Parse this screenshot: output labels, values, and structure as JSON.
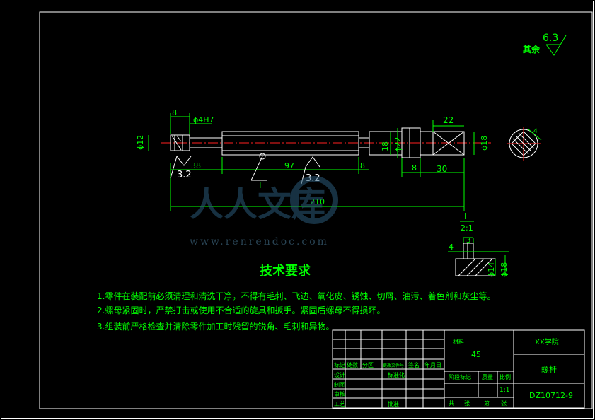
{
  "surface_finish": {
    "label": "其余",
    "value": "6.3"
  },
  "main_view": {
    "dims": {
      "head_len": "8",
      "chamfer": "ϕ4H7",
      "head_dia": "ϕ12",
      "groove": "38",
      "body_len": "97",
      "collar": "8",
      "total": "210",
      "neck_dia": "18",
      "collar_dia": "ϕ22",
      "flange": "8",
      "square_len": "30",
      "square_w": "22",
      "end_dia": "ϕ18"
    },
    "roughness": [
      "3.2",
      "3.2"
    ],
    "detail_marker": "I"
  },
  "detail_view": {
    "title": "I",
    "scale": "2:1",
    "dim_w": "4",
    "dim_h": "3",
    "dia1": "ϕ14",
    "dia2": "ϕ18"
  },
  "section_view": {
    "dim": "4"
  },
  "watermark": {
    "brand": "人人文库",
    "url": "www.renrendoc.com"
  },
  "tech_requirements": {
    "title": "技术要求",
    "items": [
      "1.零件在装配前必须清理和清洗干净，不得有毛刺、飞边、氧化皮、锈蚀、切屑、油污、着色剂和灰尘等。",
      "2.螺母紧固时，严禁打击或使用不合适的旋具和扳手。紧固后螺母不得损坏。",
      "3.组装前严格检查并清除零件加工时残留的锐角、毛刺和异物。"
    ]
  },
  "title_block": {
    "material_label": "材料",
    "material": "45",
    "school": "XX学院",
    "part_name": "螺杆",
    "drawing_no": "DZ10712-9",
    "scale": "1:1",
    "header_cells": [
      "标记",
      "处数",
      "分区",
      "更改文件号",
      "签名",
      "年月日"
    ],
    "row_labels": [
      "设计",
      "制图",
      "审核",
      "工艺"
    ],
    "std_label": "标准化",
    "approve_label": "批准",
    "stage_labels": [
      "阶段标记",
      "质量",
      "比例"
    ],
    "sheet_labels": [
      "共",
      "张",
      "第",
      "张"
    ]
  }
}
